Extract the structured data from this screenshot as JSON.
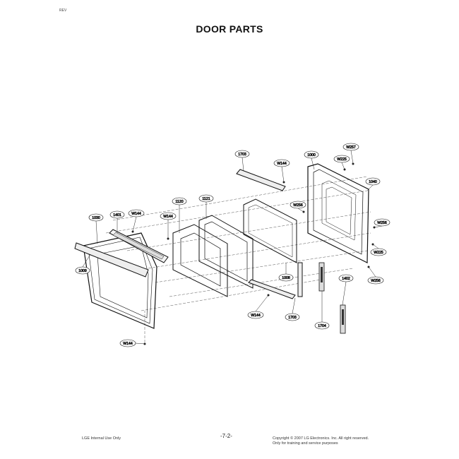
{
  "header": {
    "rev": "REV",
    "title": "DOOR PARTS"
  },
  "parts": {
    "p1703_top": "1703",
    "pW144_top": "W144",
    "p1000": "1000",
    "pW257": "W257",
    "pW225_top": "W225",
    "p1040": "1040",
    "pW256_a": "W256",
    "pW256_b": "W256",
    "pW225_b": "W225",
    "pW256_c": "W256",
    "p1121": "1121",
    "p1120": "1120",
    "pW144_mid": "W144",
    "p1401_top": "1401",
    "pW144_left": "W144",
    "p1030": "1030",
    "p1009": "1009",
    "p1008": "1008",
    "p1402": "1402",
    "p1704": "1704",
    "pW144_bot": "W144",
    "p1703_bot": "1703",
    "pW144_low": "W144"
  },
  "footer": {
    "left": "LGE Internal Use Only",
    "page": "-7-2-",
    "copyright": "Copyright © 2007 LG Electronics. Inc. All right reserved.",
    "training": "Only for training and service purposes"
  }
}
